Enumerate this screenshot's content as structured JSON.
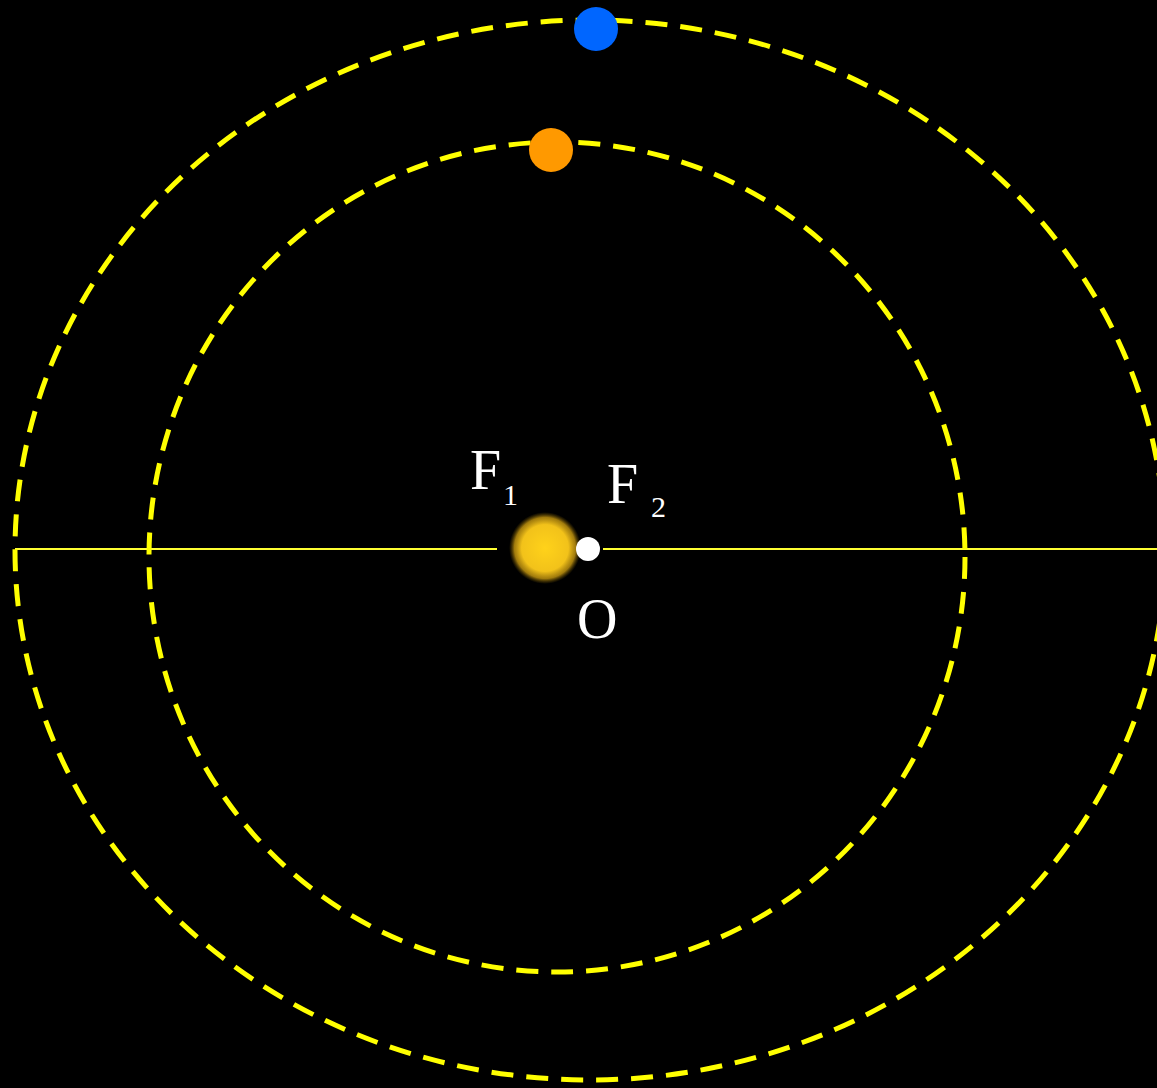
{
  "diagram": {
    "labels": [
      "F",
      "1",
      "F",
      "2",
      "O"
    ]
  }
}
